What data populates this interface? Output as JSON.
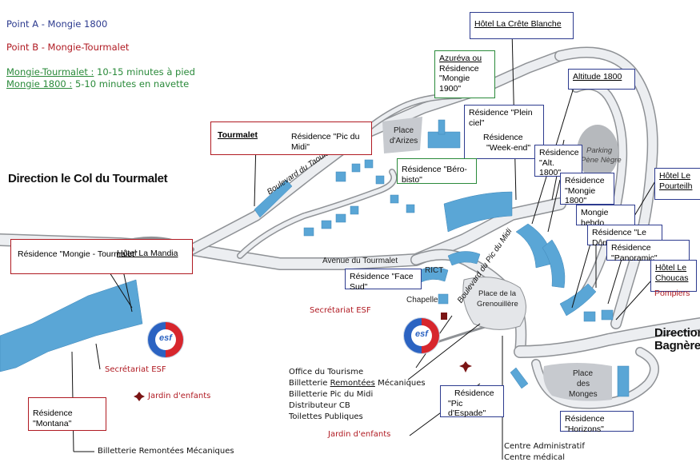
{
  "legend": {
    "point_a": "Point A - Mongie 1800",
    "point_b": "Point B - Mongie-Tourmalet",
    "walk_title": "Mongie-Tourmalet :",
    "walk_time": "10-15 minutes à pied",
    "shuttle_title": "Mongie 1800 :",
    "shuttle_time": "5-10 minutes en navette"
  },
  "directions": {
    "tourmalet": "Direction le Col du Tourmalet",
    "bagneres_1": "Direction",
    "bagneres_2": "Bagnères"
  },
  "roads": {
    "taoulet": "Boulevard du Taoulet",
    "pic_du_midi": "Boulevard du Pic du Midi",
    "avenue": "Avenue du Tourmalet"
  },
  "places": {
    "arizes_1": "Place",
    "arizes_2": "d'Arizes",
    "grenouillere_1": "Place de la",
    "grenouillere_2": "Grenouillère",
    "monges_1": "Place",
    "monges_2": "des",
    "monges_3": "Monges",
    "parking_1": "Parking",
    "parking_2": "Pène Nègre"
  },
  "labels": {
    "tourmalet": "Tourmalet",
    "pic_du_midi_1": "Résidence \"Pic du Midi\"",
    "azureva_1": "Azuréva ou",
    "azureva_2": "Résidence",
    "azureva_3": "\"Mongie 1900\"",
    "crete_blanche": "Hôtel La Crête Blanche",
    "altitude_1800": "Altitude 1800",
    "plein_ciel": "Résidence \"Plein ciel\"",
    "week_end_1": "Résidence",
    "week_end_2": "\"Week-end\"",
    "alt1800_1": "Résidence",
    "alt1800_2": "\"Alt. 1800\"",
    "mongie1800_1": "Résidence",
    "mongie1800_2": "\"Mongie 1800\"",
    "bero_bisto": "Résidence \"Béro-bisto\"",
    "pourteilh_1": "Hôtel Le",
    "pourteilh_2": "Pourteilh",
    "mongie_hebdo": "Mongie hebdo",
    "le_dome": "Résidence \"Le Dôme\"",
    "panoramic": "Résidence \"Panoramic\"",
    "choucas_1": "Hôtel Le",
    "choucas_2": "Choucas",
    "pompiers": "Pompiers",
    "mongie_tourmalet": "Résidence \"Mongie - Tourmalet\"",
    "la_mandia": "Hôtel La Mandia",
    "face_sud": "Résidence \"Face Sud\"",
    "rict": "RICT",
    "chapelle": "Chapelle",
    "secretariat_1": "Secrétariat ESF",
    "secretariat_2": "Secrétariat ESF",
    "montana": "Résidence \"Montana\"",
    "jardin_1": "Jardin d'enfants",
    "jardin_2": "Jardin d'enfants",
    "billetterie_bottom": "Billetterie Remontées Mécaniques",
    "pic_espade_1": "Résidence",
    "pic_espade_2": "\"Pic d'Espade\"",
    "horizons": "Résidence \"Horizons\"",
    "centre_admin": "Centre Administratif",
    "centre_medical": "Centre médical",
    "office_tourisme": "Office du Tourisme",
    "billetterie_rm_1": "Billetterie",
    "billetterie_rm_2": "Remontées",
    "billetterie_rm_3": "Mécaniques",
    "billetterie_pic": "Billetterie Pic du Midi",
    "distributeur": "Distributeur CB",
    "toilettes": "Toilettes Publiques"
  },
  "logo": {
    "text": "esf"
  },
  "colors": {
    "building": "#5aa6d6",
    "road": "#e9ebee",
    "road_edge": "#8f9296",
    "point_a": "#2d3b8f",
    "point_b": "#b01a22",
    "walk": "#2a8a3a"
  }
}
